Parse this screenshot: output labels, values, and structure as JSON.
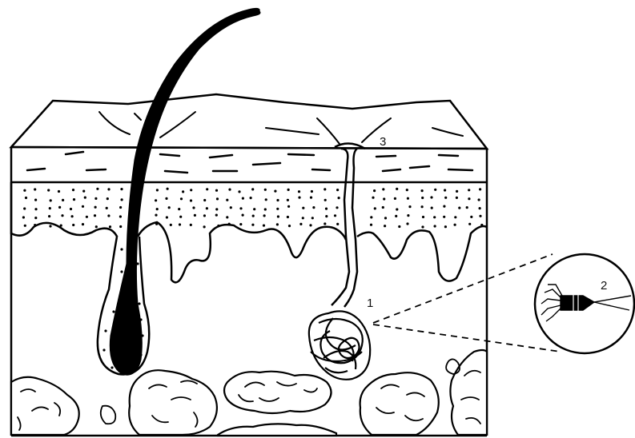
{
  "labels": {
    "sweat_gland": "1",
    "bacterium": "2",
    "pore": "3"
  },
  "colors": {
    "ink": "#000000",
    "paper": "#ffffff"
  }
}
